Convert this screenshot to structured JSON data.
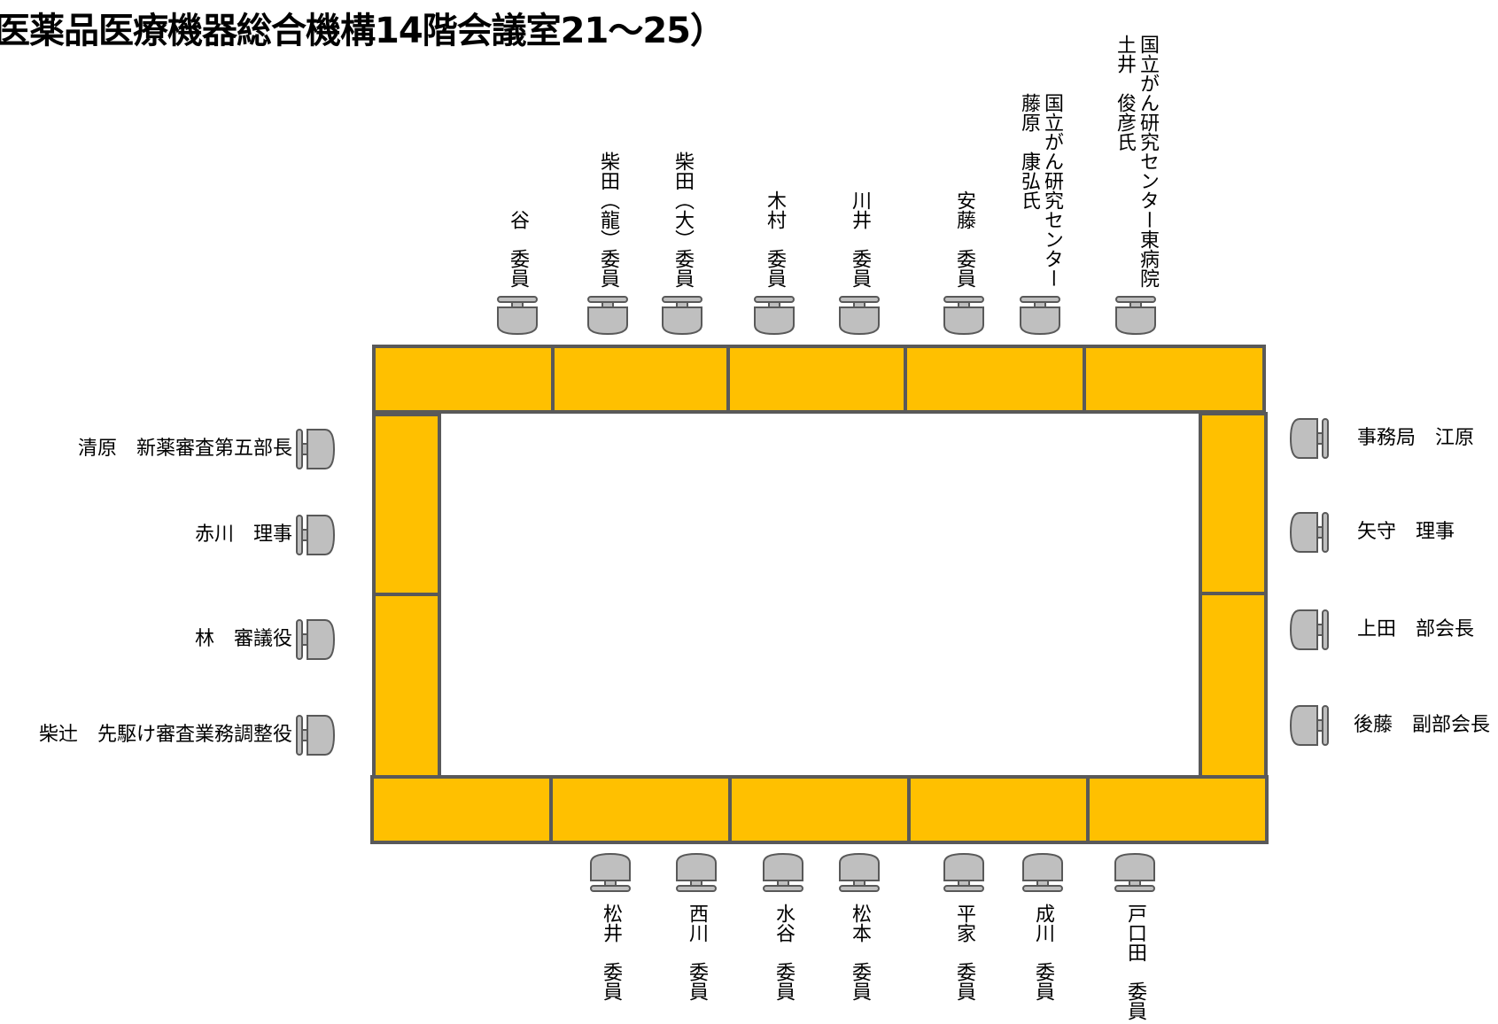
{
  "title": "医薬品医療機器総合機構14階会議室21～25）",
  "colors": {
    "desk": "#FFC000",
    "desk_border": "#595959",
    "chair": "#BFBFBF"
  },
  "top_seats": [
    {
      "label": "谷　委員"
    },
    {
      "label": "柴田（龍）委員"
    },
    {
      "label": "柴田（大）委員"
    },
    {
      "label": "木村　委員"
    },
    {
      "label": "川井　委員"
    },
    {
      "label": "安藤　委員"
    },
    {
      "label": "国立がん研究センター\n藤原　康弘氏"
    },
    {
      "label": "国立がん研究センター東病院\n土井　俊彦氏"
    }
  ],
  "bottom_seats": [
    {
      "label": "松井　委員"
    },
    {
      "label": "西川　委員"
    },
    {
      "label": "水谷　委員"
    },
    {
      "label": "松本　委員"
    },
    {
      "label": "平家　委員"
    },
    {
      "label": "成川　委員"
    },
    {
      "label": "戸口田　委員"
    }
  ],
  "left_seats": [
    {
      "label": "清原　新薬審査第五部長"
    },
    {
      "label": "赤川　理事"
    },
    {
      "label": "林　審議役"
    },
    {
      "label": "柴辻　先駆け審査業務調整役"
    }
  ],
  "right_seats": [
    {
      "label": "事務局　江原"
    },
    {
      "label": "矢守　理事"
    },
    {
      "label": "上田　部会長"
    },
    {
      "label": "後藤　副部会長"
    }
  ]
}
